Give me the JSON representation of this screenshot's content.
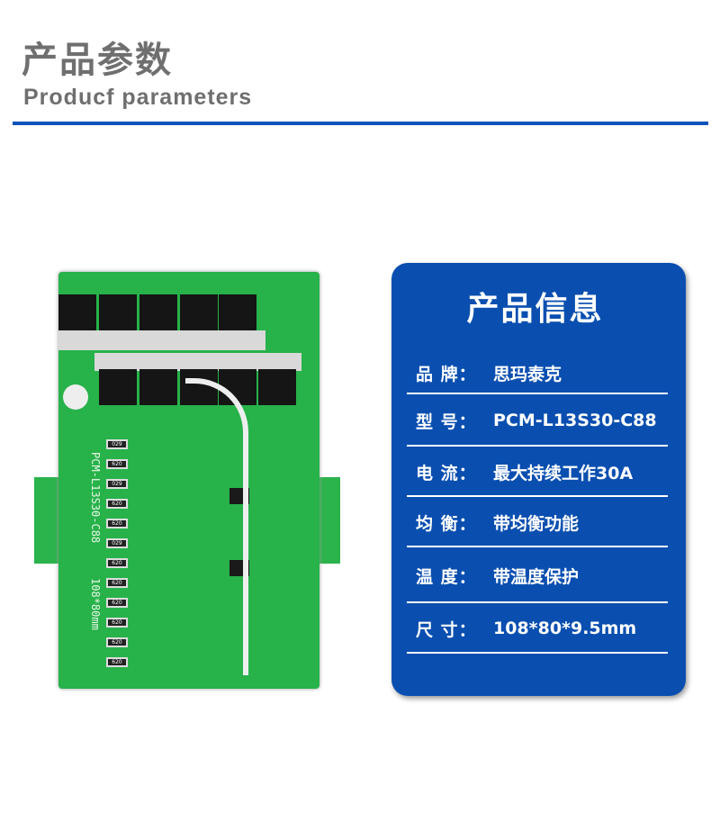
{
  "header": {
    "title_cn": "产品参数",
    "title_en": "Producf parameters",
    "accent": "#0a53b8"
  },
  "product_image": {
    "silkscreen_model": "PCM-L13S30-C88",
    "silkscreen_size": "108*80mm",
    "resistor_code_a": "029",
    "resistor_code_b": "620"
  },
  "card": {
    "title": "产品信息",
    "color": "#0a4fb0",
    "rows": [
      {
        "label": "品 牌：",
        "value": "思玛泰克"
      },
      {
        "label": "型  号：",
        "value": "PCM-L13S30-C88"
      },
      {
        "label": "电  流：",
        "value": "最大持续工作30A"
      },
      {
        "label": "均  衡：",
        "value": "带均衡功能"
      },
      {
        "label": "温  度：",
        "value": "带温度保护"
      },
      {
        "label": "尺  寸：",
        "value": "108*80*9.5mm"
      }
    ]
  }
}
